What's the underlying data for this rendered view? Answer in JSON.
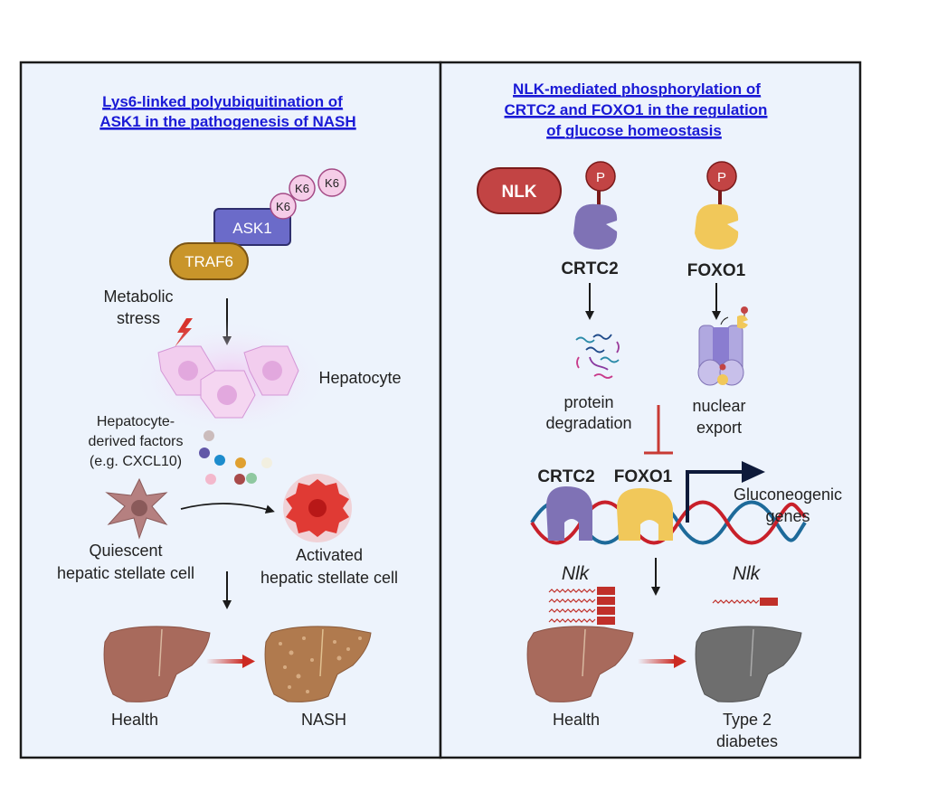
{
  "left_panel": {
    "title_line1": "Lys6-linked polyubiquitination of",
    "title_line2": "ASK1 in the  pathogenesis of NASH",
    "k6_labels": [
      "K6",
      "K6",
      "K6"
    ],
    "ask1": "ASK1",
    "traf6": "TRAF6",
    "metabolic_stress_1": "Metabolic",
    "metabolic_stress_2": "stress",
    "hepatocyte": "Hepatocyte",
    "factors_1": "Hepatocyte-",
    "factors_2": "derived factors",
    "factors_3": "(e.g. CXCL10)",
    "quiescent_1": "Quiescent",
    "quiescent_2": "hepatic stellate cell",
    "activated_1": "Activated",
    "activated_2": "hepatic stellate cell",
    "health": "Health",
    "nash": "NASH"
  },
  "right_panel": {
    "title_line1": "NLK-mediated phosphorylation of",
    "title_line2": "CRTC2 and FOXO1 in the regulation",
    "title_line3": "of glucose homeostasis",
    "nlk": "NLK",
    "p_label": "P",
    "crtc2": "CRTC2",
    "foxo1": "FOXO1",
    "protein_degradation_1": "protein",
    "protein_degradation_2": "degradation",
    "nuclear_export_1": "nuclear",
    "nuclear_export_2": "export",
    "crtc2_dna": "CRTC2",
    "foxo1_dna": "FOXO1",
    "gluconeogenic_1": "Gluconeogenic",
    "gluconeogenic_2": "genes",
    "nlk_gene": "Nlk",
    "health": "Health",
    "diabetes_1": "Type 2",
    "diabetes_2": "diabetes"
  },
  "colors": {
    "panel_bg": "#edf3fc",
    "title": "#1a1ad6",
    "ask1": "#6b6bc9",
    "traf6": "#c9952a",
    "k6": "#f5cde8",
    "nlk": "#c24444",
    "crtc2": "#7f72b5",
    "foxo1": "#f1c85a",
    "liver_healthy": "#a86a5c",
    "liver_nash": "#b07a4e",
    "liver_t2d": "#6e6e6e",
    "dna_red": "#c8202a",
    "dna_blue": "#1d6a9a",
    "inhibit": "#c83a34"
  }
}
